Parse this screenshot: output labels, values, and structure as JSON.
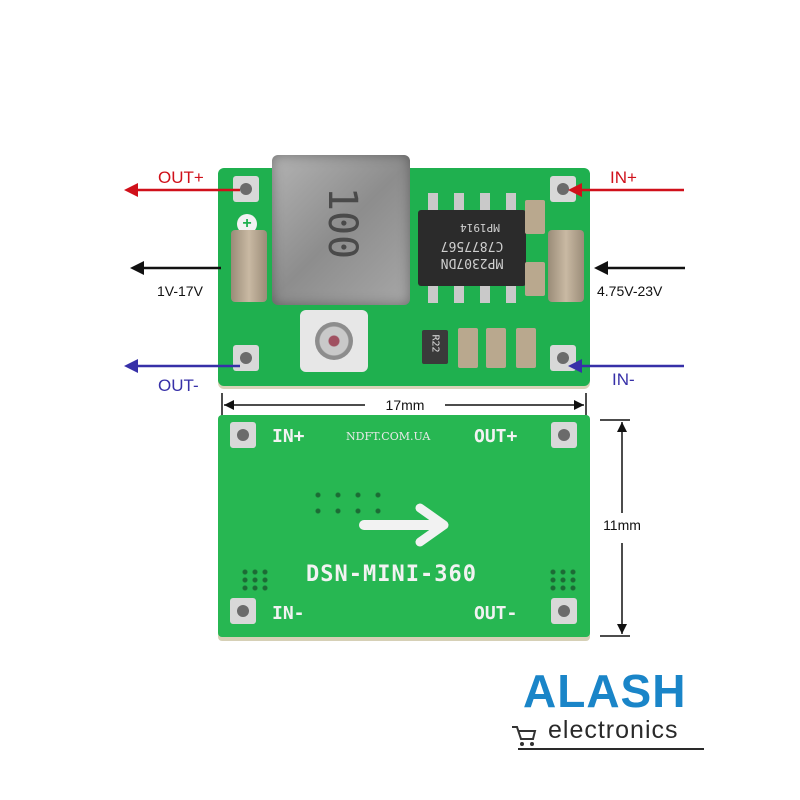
{
  "pin_labels": {
    "out_plus": "OUT+",
    "in_plus": "IN+",
    "out_minus": "OUT-",
    "in_minus": "IN-"
  },
  "voltage": {
    "output": "1V-17V",
    "input": "4.75V-23V"
  },
  "dimensions": {
    "width": "17mm",
    "height": "11mm"
  },
  "components": {
    "inductor": "100",
    "chip_line1": "MP2307DN",
    "chip_line2": "C7877567",
    "chip_line3": "MP1914",
    "resistor": "R22"
  },
  "back_board": {
    "watermark": "NDFT.COM.UA",
    "in_plus": "IN+",
    "out_plus": "OUT+",
    "in_minus": "IN-",
    "out_minus": "OUT-",
    "model": "DSN-MINI-360"
  },
  "brand": {
    "name": "ALASH",
    "sub": "electronics"
  },
  "colors": {
    "red_arrow": "#d0101a",
    "blue_arrow": "#3730a8",
    "pcb_green": "#1fb04f",
    "brand_blue": "#1a85c8"
  }
}
